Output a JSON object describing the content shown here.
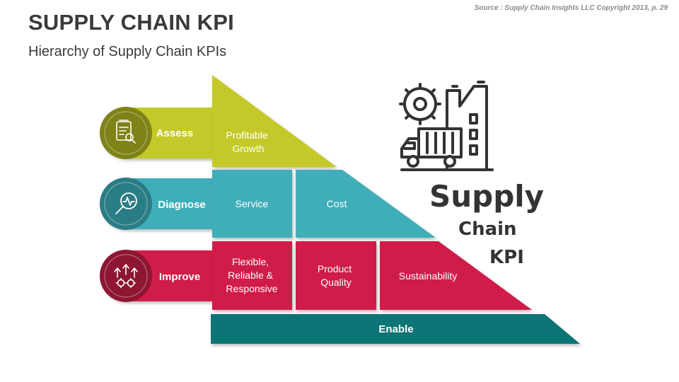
{
  "header": {
    "title": "SUPPLY CHAIN KPI",
    "subtitle": "Hierarchy of Supply Chain KPIs",
    "source": "Source : Supply Chain Insights LLC Copyright 2013, p. 29"
  },
  "colors": {
    "assess": "#c4c92c",
    "assess_dark": "#7f8217",
    "diagnose": "#41aeb9",
    "diagnose_dark": "#2a7d85",
    "improve": "#cf1f4a",
    "improve_dark": "#8e1632",
    "enable": "#0b7474",
    "text_dark": "#333333"
  },
  "rows": [
    {
      "label": "Assess",
      "icon": "document-search-icon",
      "cells": [
        {
          "text": [
            "Profitable",
            "Growth"
          ]
        }
      ]
    },
    {
      "label": "Diagnose",
      "icon": "magnifier-pulse-icon",
      "cells": [
        {
          "text": [
            "Service"
          ]
        },
        {
          "text": [
            "Cost"
          ]
        }
      ]
    },
    {
      "label": "Improve",
      "icon": "growth-gears-icon",
      "cells": [
        {
          "text": [
            "Flexible,",
            "Reliable &",
            "Responsive"
          ]
        },
        {
          "text": [
            "Product",
            "Quality"
          ]
        },
        {
          "text": [
            "Sustainability"
          ]
        }
      ]
    }
  ],
  "base": {
    "label": "Enable"
  },
  "illustration": {
    "icon": "factory-truck-gear-icon",
    "line1": "Supply",
    "line2": "Chain",
    "line3": "KPI"
  }
}
